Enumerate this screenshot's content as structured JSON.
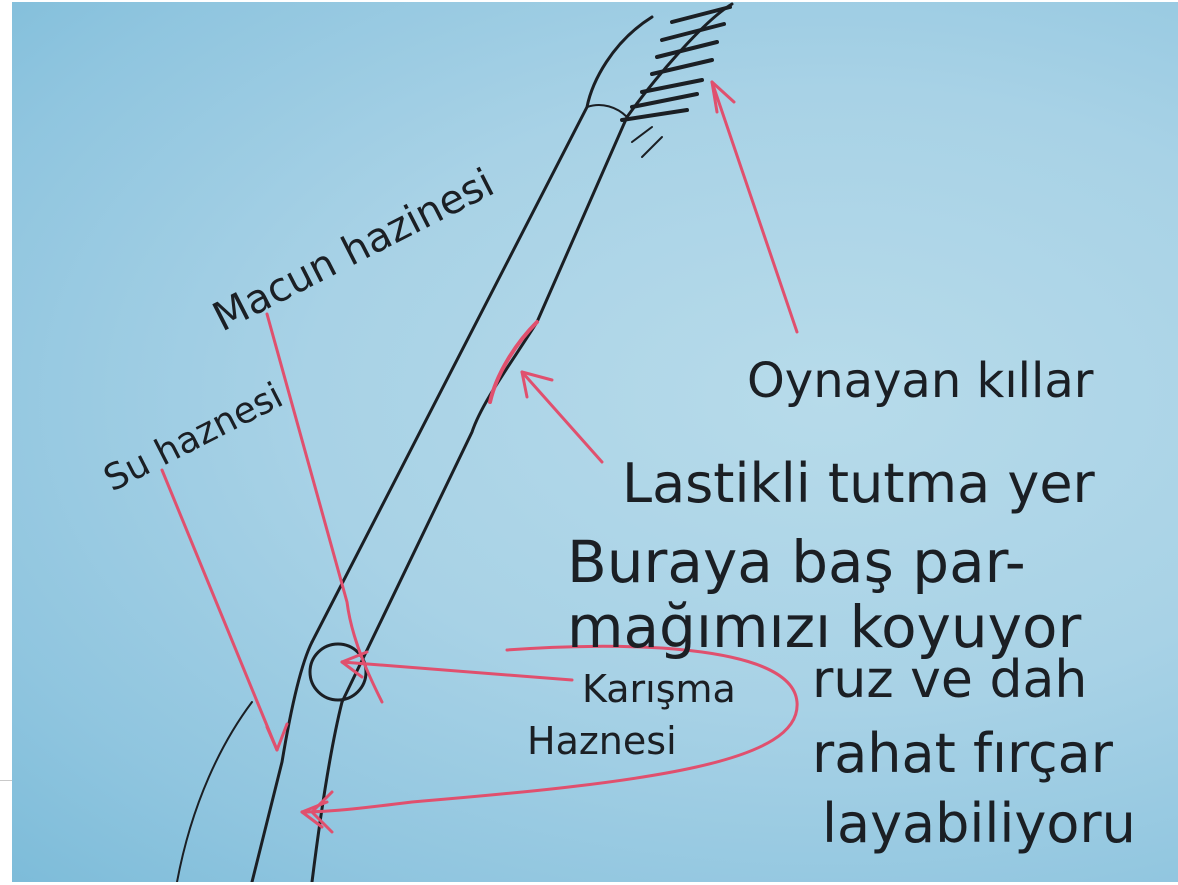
{
  "labels": {
    "macun": "Macun hazinesi",
    "su": "Su haznesi",
    "oynayan": "Oynayan kıllar",
    "lastikli_lines": [
      "Lastikli tutma yer",
      "Buraya baş par-",
      "mağımızı koyuyor",
      "ruz ve dah",
      "rahat fırçar",
      "layabiliyoru"
    ],
    "karisma_line1": "Karışma",
    "karisma_line2": "Haznesi"
  },
  "colors": {
    "paper": "#a8d2e6",
    "ink": "#1b1f24",
    "red_pencil": "#e0506e"
  }
}
